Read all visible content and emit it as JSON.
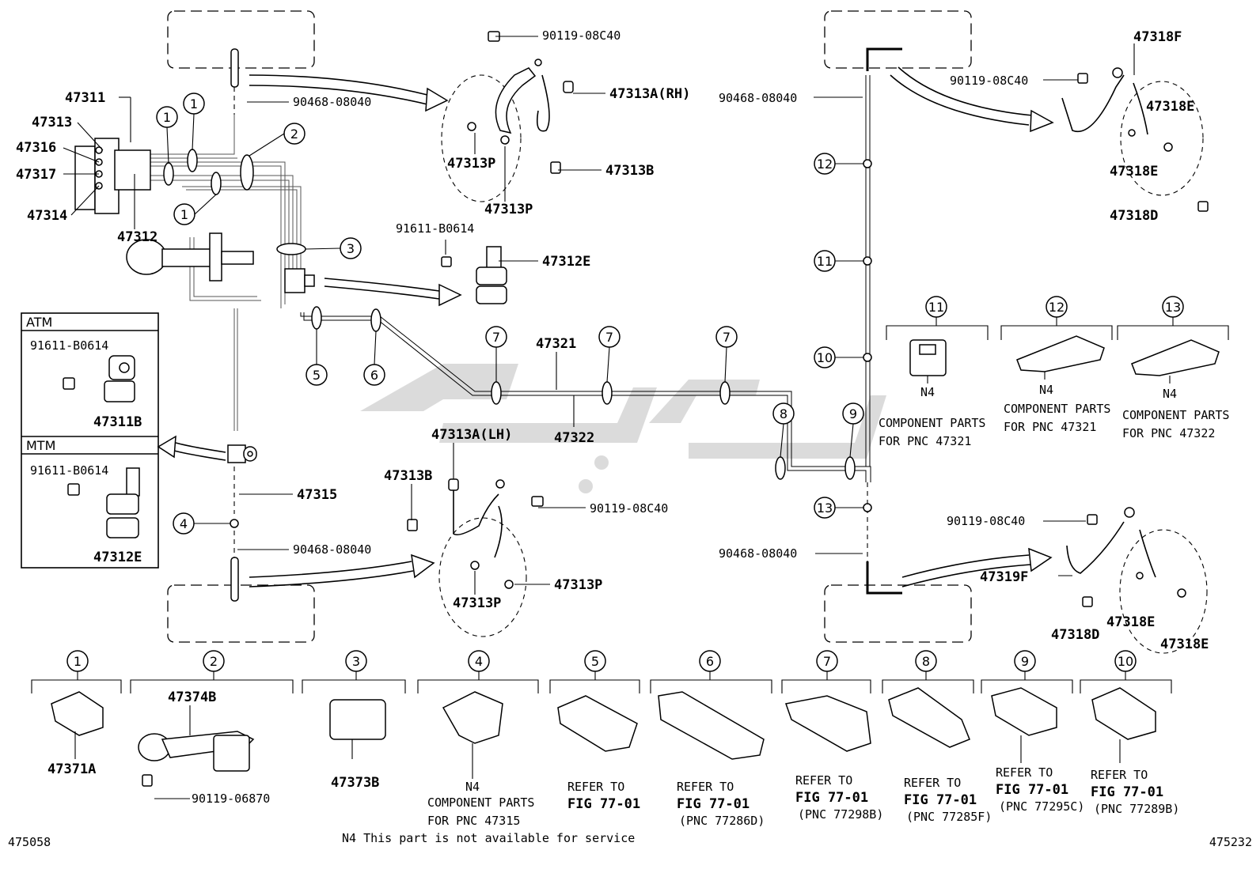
{
  "doc_ids": {
    "left": "475058",
    "right": "475232"
  },
  "footnote": "N4 This part is not available for service",
  "callouts": {
    "c1": "47311",
    "c2": "47313",
    "c3": "47316",
    "c4": "47317",
    "c5": "47314",
    "c6": "47312",
    "c7": "90468-08040",
    "c8": "90119-08C40",
    "c9": "47313A(RH)",
    "c10": "47313P",
    "c11": "47313B",
    "c12": "47313P",
    "c13": "91611-B0614",
    "c14": "47312E",
    "c15": "47321",
    "c16": "47322",
    "c17": "47315",
    "c18": "90468-08040",
    "c19": "47313A(LH)",
    "c20": "47313B",
    "c21": "90119-08C40",
    "c22": "47313P",
    "c23": "47313P",
    "c24": "90468-08040",
    "c25": "90119-08C40",
    "c26": "47318F",
    "c27": "47318E",
    "c28": "47318E",
    "c29": "47318D",
    "c30": "90119-08C40",
    "c31": "90468-08040",
    "c32": "47319F",
    "c33": "47318D",
    "c34": "47318E",
    "c35": "47318E"
  },
  "inset_atm": {
    "title": "ATM",
    "bolt": "91611-B0614",
    "part": "47311B"
  },
  "inset_mtm": {
    "title": "MTM",
    "bolt": "91611-B0614",
    "part": "47312E"
  },
  "clip_numbers": [
    "1",
    "2",
    "3",
    "4",
    "5",
    "6",
    "7",
    "8",
    "9",
    "10",
    "11",
    "12",
    "13"
  ],
  "top_clips": {
    "c11": {
      "n": "11",
      "l1": "N4",
      "l2": "COMPONENT PARTS",
      "l3": "FOR PNC 47321"
    },
    "c12": {
      "n": "12",
      "l1": "N4",
      "l2": "COMPONENT PARTS",
      "l3": "FOR PNC 47321"
    },
    "c13": {
      "n": "13",
      "l1": "N4",
      "l2": "COMPONENT PARTS",
      "l3": "FOR PNC 47322"
    }
  },
  "bottom_clips": {
    "b1": {
      "n": "1",
      "part": "47371A"
    },
    "b2": {
      "n": "2",
      "part": "47374B",
      "bolt": "90119-06870"
    },
    "b3": {
      "n": "3",
      "part": "47373B"
    },
    "b4": {
      "n": "4",
      "l1": "N4",
      "l2": "COMPONENT PARTS",
      "l3": "FOR PNC 47315"
    },
    "b5": {
      "n": "5",
      "l1": "REFER TO",
      "l2": "FIG 77-01"
    },
    "b6": {
      "n": "6",
      "l1": "REFER TO",
      "l2": "FIG 77-01",
      "l3": "(PNC 77286D)"
    },
    "b7": {
      "n": "7",
      "l1": "REFER TO",
      "l2": "FIG 77-01",
      "l3": "(PNC 77298B)"
    },
    "b8": {
      "n": "8",
      "l1": "REFER TO",
      "l2": "FIG 77-01",
      "l3": "(PNC 77285F)"
    },
    "b9": {
      "n": "9",
      "l1": "REFER TO",
      "l2": "FIG 77-01",
      "l3": "(PNC 77295C)"
    },
    "b10": {
      "n": "10",
      "l1": "REFER TO",
      "l2": "FIG 77-01",
      "l3": "(PNC 77289B)"
    }
  }
}
